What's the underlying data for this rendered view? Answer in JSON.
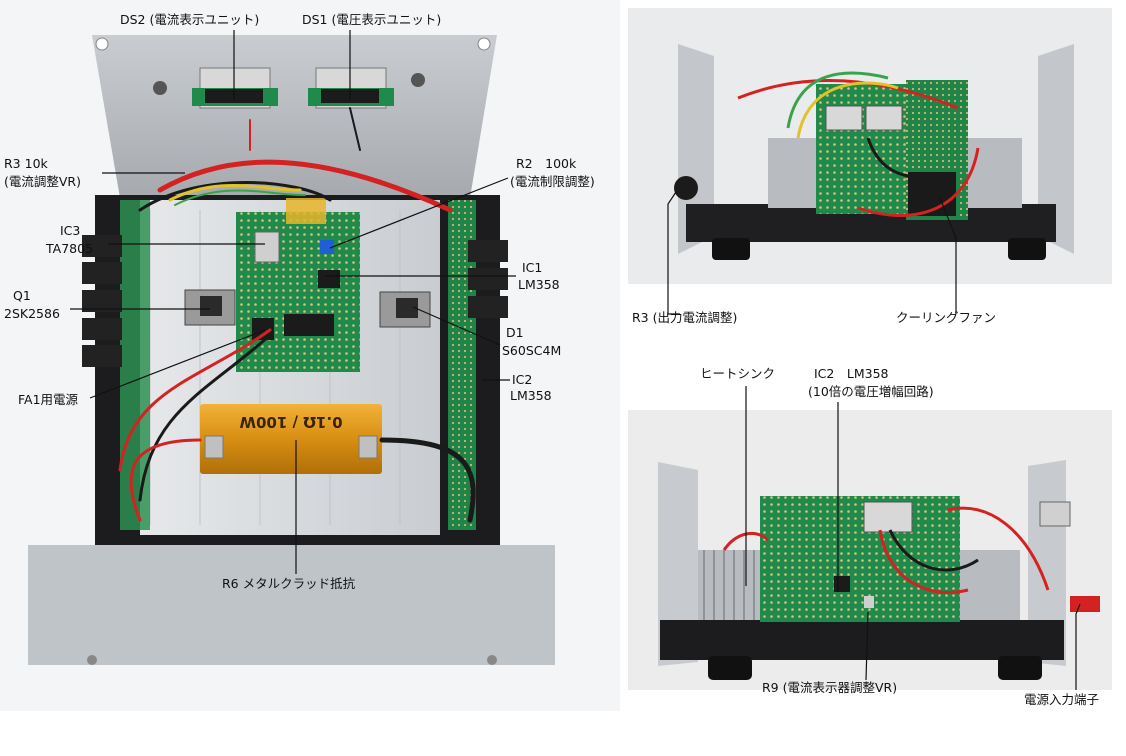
{
  "labels": {
    "ds2": "DS2 (電流表示ユニット)",
    "ds1": "DS1 (電圧表示ユニット)",
    "r3_value": "R3 10k",
    "r3_desc": "(電流調整VR)",
    "r2_value": "R2　100k",
    "r2_desc": "(電流制限調整)",
    "ic3_name": "IC3",
    "ic3_part": "TA7805",
    "ic1_name": "IC1",
    "ic1_part": "LM358",
    "q1_name": "Q1",
    "q1_part": "2SK2586",
    "d1_name": "D1",
    "d1_part": "S60SC4M",
    "fa1": "FA1用電源",
    "ic2_name": "IC2",
    "ic2_part": "LM358",
    "r6": "R6 メタルクラッド抵抗",
    "r3_output": "R3 (出力電流調整)",
    "cooling_fan": "クーリングファン",
    "heatsink": "ヒートシンク",
    "ic2_right_name": "IC2　LM358",
    "ic2_right_desc": "(10倍の電圧増幅回路)",
    "r9": "R9 (電流表示器調整VR)",
    "power_terminal": "電源入力端子"
  },
  "resistor_marking": "0.1Ω / 100W"
}
